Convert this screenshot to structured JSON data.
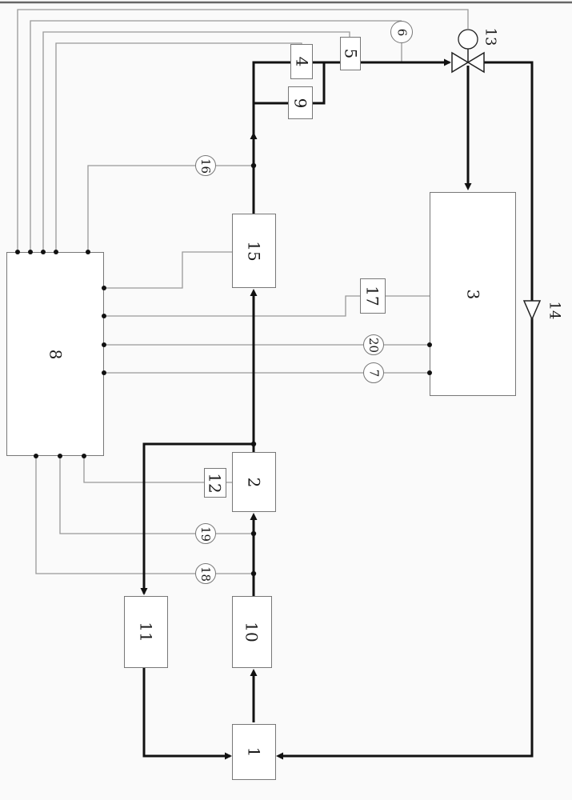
{
  "diagram": {
    "colors": {
      "background": "#fafafa",
      "process_line": "#111111",
      "signal_line": "#999999",
      "box_border": "#777777",
      "text": "#1a1a1a"
    }
  },
  "nodes": {
    "b1": {
      "label": "1"
    },
    "b2": {
      "label": "2"
    },
    "b3": {
      "label": "3"
    },
    "b4": {
      "label": "4"
    },
    "b5": {
      "label": "5"
    },
    "c6": {
      "label": "6"
    },
    "c7": {
      "label": "7"
    },
    "b8": {
      "label": "8"
    },
    "b9": {
      "label": "9"
    },
    "b10": {
      "label": "10"
    },
    "b11": {
      "label": "11"
    },
    "b12": {
      "label": "12"
    },
    "v13": {
      "label": "13"
    },
    "f14": {
      "label": "14"
    },
    "b15": {
      "label": "15"
    },
    "c16": {
      "label": "16"
    },
    "b17": {
      "label": "17"
    },
    "c18": {
      "label": "18"
    },
    "c19": {
      "label": "19"
    },
    "c20": {
      "label": "20"
    }
  }
}
